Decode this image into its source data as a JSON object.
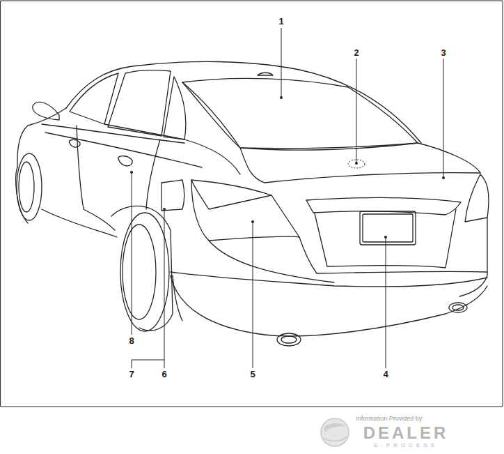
{
  "diagram": {
    "labels": [
      "1",
      "2",
      "3",
      "4",
      "5",
      "6",
      "7",
      "8",
      "Information Provided by:",
      "DEALER",
      "E-PROCESS"
    ]
  }
}
